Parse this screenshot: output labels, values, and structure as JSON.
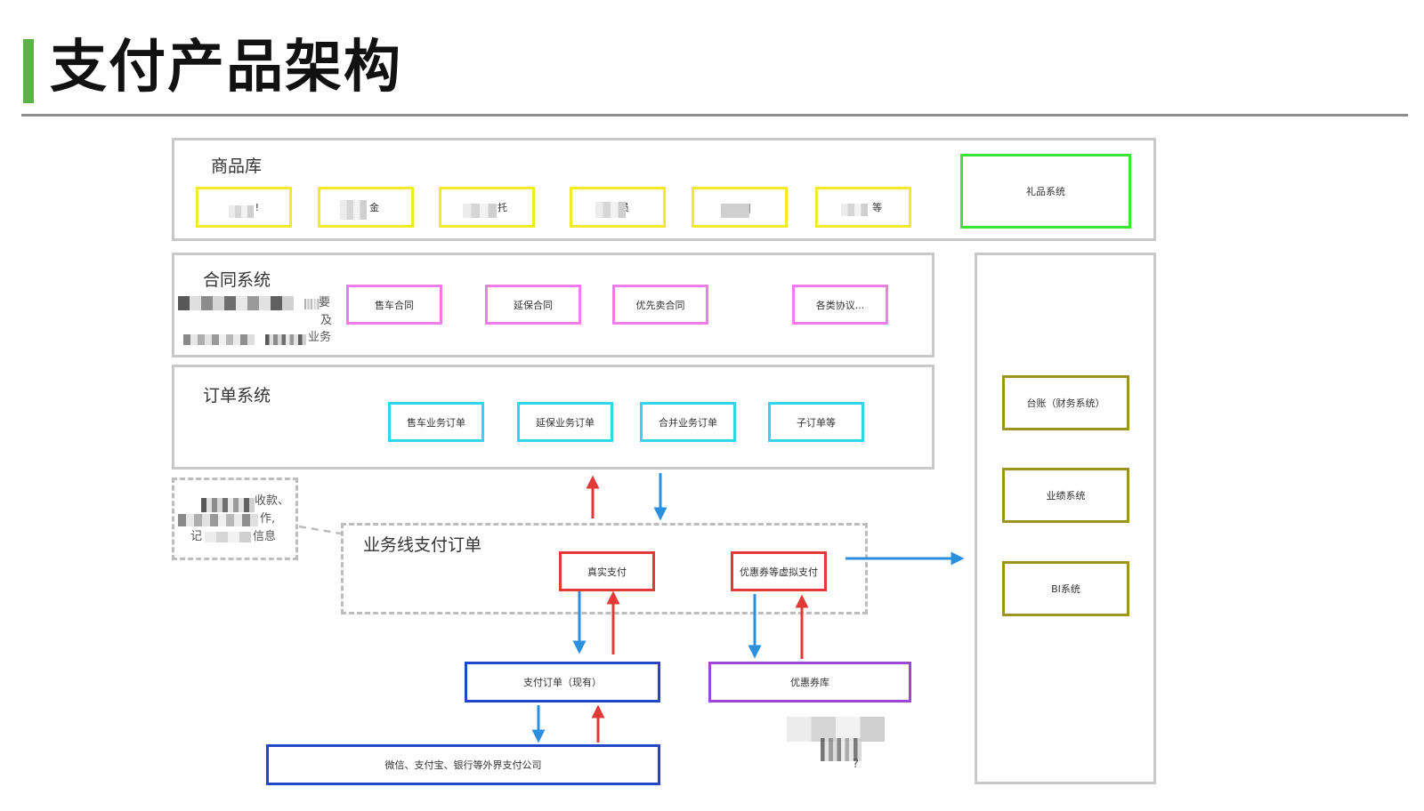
{
  "page": {
    "title": "支付产品架构"
  },
  "product_lib": {
    "label": "商品库",
    "items": [
      "!",
      "金",
      "托",
      "员",
      "|",
      "等"
    ],
    "gift_system": "礼品系统"
  },
  "contract": {
    "label": "合同系统",
    "note_fragments": [
      "要",
      "及",
      "业务"
    ],
    "items": [
      "售车合同",
      "延保合同",
      "优先卖合同",
      "各类协议..."
    ]
  },
  "order": {
    "label": "订单系统",
    "items": [
      "售车业务订单",
      "延保业务订单",
      "合并业务订单",
      "子订单等"
    ]
  },
  "left_note": {
    "lines": [
      "收款、",
      "作,",
      "记",
      "信息"
    ]
  },
  "biz_pay": {
    "label": "业务线支付订单",
    "real_pay": "真实支付",
    "virtual_pay": "优惠券等虚拟支付"
  },
  "bottom": {
    "pay_order": "支付订单（现有）",
    "coupon_lib": "优惠券库",
    "external": "微信、支付宝、银行等外界支付公司",
    "coupon_note": "?"
  },
  "right": {
    "items": [
      "台账（财务系统）",
      "业绩系统",
      "BI系统"
    ]
  },
  "colors": {
    "accent_green": "#5cb247",
    "arrow_red": "#e23a36",
    "arrow_blue": "#2b8fe0"
  }
}
